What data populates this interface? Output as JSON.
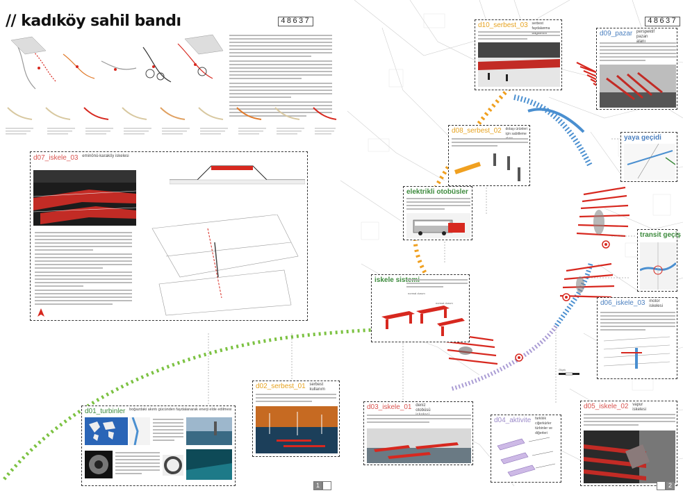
{
  "title": "// kadıköy sahil bandı",
  "sheet_code_left": "48637",
  "sheet_code_right": "48637",
  "pages": {
    "left": "1",
    "right": "2"
  },
  "panels": {
    "d07": {
      "code": "d07_iskele_03",
      "subtitle": "eminönü-karaköy iskelesi"
    },
    "d01": {
      "code": "d01_turbinler",
      "subtitle": "boğazdaki akıntı gücünden faydalanarak enerji elde edilmesi"
    },
    "d02": {
      "code": "d02_serbest_01",
      "subtitle": "serbest kullanım"
    },
    "d03": {
      "code": "d03_iskele_01",
      "subtitle": "deniz otobüsü iskelesi"
    },
    "d04": {
      "code": "d04_aktivite",
      "subtitle": "farklılık ciğerkürler türbinler ve diğerleri"
    },
    "d05": {
      "code": "d05_iskele_02",
      "subtitle": "vapur iskelesi"
    },
    "d06": {
      "code": "d06_iskele_03",
      "subtitle": "motor iskelesi"
    },
    "d08": {
      "code": "d08_serbest_02",
      "subtitle": "dolaşı ürünleri için sabitleme alanı"
    },
    "d09": {
      "code": "d09_pazar",
      "subtitle": "perspektif pazarı alanı"
    },
    "d10": {
      "code": "d10_serbest_03",
      "subtitle": "serbest faydalanma bağlantısı"
    },
    "electric_bus": {
      "code": "elektrikli otobüsler"
    },
    "pier_system": {
      "code": "iskele sistemi",
      "labels": [
        "normal durum",
        "normal durum"
      ]
    },
    "pedestrian": {
      "code": "yaya geçidi"
    },
    "transit": {
      "code": "transit geçiş"
    }
  },
  "scale_label": "Ölçek",
  "colors": {
    "red": "#d7281f",
    "green": "#7cc242",
    "orange": "#f0a020",
    "blue": "#4a8fd0",
    "purple": "#a99bd4"
  }
}
